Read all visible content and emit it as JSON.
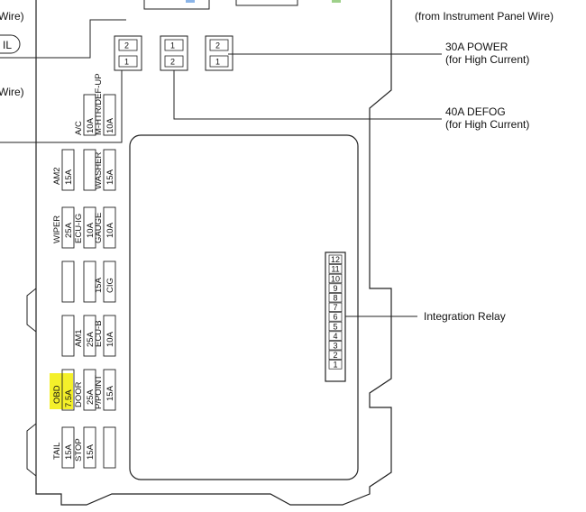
{
  "annotations": {
    "instrument_wire": "(from Instrument Panel Wire)",
    "power_title": "30A POWER",
    "power_sub": "(for High Current)",
    "defog_title": "40A DEFOG",
    "defog_sub": "(for High Current)",
    "integration_relay": "Integration Relay",
    "left_wire_1": "Wire)",
    "left_il": "IL",
    "left_wire_2": "Wire)"
  },
  "top_fuses": [
    {
      "top": "2",
      "bottom": "1"
    },
    {
      "top": "1",
      "bottom": "2"
    },
    {
      "top": "2",
      "bottom": "1"
    }
  ],
  "fuses": {
    "ac_name": "A/C",
    "ac_amp": "10A",
    "mhtr_name": "M-HTR/DEF-UP",
    "mhtr_amp": "10A",
    "am2_name": "AM2",
    "am2_amp": "15A",
    "washer_name": "WASHER",
    "washer_amp": "15A",
    "wiper_name": "WIPER",
    "wiper_amp": "25A",
    "ecuig_name": "ECU-IG",
    "ecuig_amp": "10A",
    "gauge_name": "GAUGE",
    "gauge_amp": "10A",
    "cig_amp": "15A",
    "cig_name": "CIG",
    "am1_name": "AM1",
    "am1_amp": "25A",
    "ecub_name": "ECU-B",
    "ecub_amp": "10A",
    "obd_name": "OBD",
    "obd_amp": "7.5A",
    "door_name": "DOOR",
    "door_amp": "25A",
    "ppoint_name": "P/POINT",
    "ppoint_amp": "15A",
    "tail_name": "TAIL",
    "tail_amp": "15A",
    "stop_name": "STOP",
    "stop_amp": "15A"
  },
  "relay_pins": [
    "12",
    "11",
    "10",
    "9",
    "8",
    "7",
    "6",
    "5",
    "4",
    "3",
    "2",
    "1"
  ],
  "colors": {
    "highlight": "#f4f02a",
    "line": "#222222"
  }
}
